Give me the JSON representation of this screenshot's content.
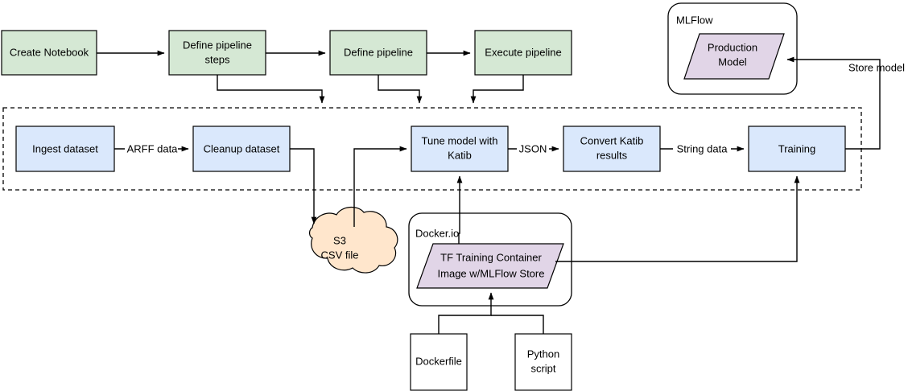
{
  "diagram": {
    "title": "ML pipeline architecture flowchart",
    "colors": {
      "green_fill": "#d5e8d4",
      "blue_fill": "#dae8fc",
      "purple_fill": "#e1d5e7",
      "cloud_fill": "#ffe6cc",
      "white_fill": "#ffffff",
      "stroke": "#000000"
    },
    "nodes": {
      "create_notebook": "Create Notebook",
      "define_pipeline_steps_line1": "Define pipeline",
      "define_pipeline_steps_line2": "steps",
      "define_pipeline": "Define pipeline",
      "execute_pipeline": "Execute pipeline",
      "ingest_dataset": "Ingest dataset",
      "cleanup_dataset": "Cleanup dataset",
      "tune_model_line1": "Tune model with",
      "tune_model_line2": "Katib",
      "convert_katib_line1": "Convert Katib",
      "convert_katib_line2": "results",
      "training": "Training",
      "s3_line1": "S3",
      "s3_line2": "CSV file",
      "production_model_line1": "Production",
      "production_model_line2": "Model",
      "tf_container_line1": "TF Training Container",
      "tf_container_line2": "Image w/MLFlow Store",
      "dockerfile": "Dockerfile",
      "python_script_line1": "Python",
      "python_script_line2": "script"
    },
    "groups": {
      "mlflow": "MLFlow",
      "dockerio": "Docker.io",
      "pipeline_group": ""
    },
    "edge_labels": {
      "arff_data": "ARFF data",
      "json": "JSON",
      "string_data": "String data",
      "store_model": "Store model"
    }
  }
}
